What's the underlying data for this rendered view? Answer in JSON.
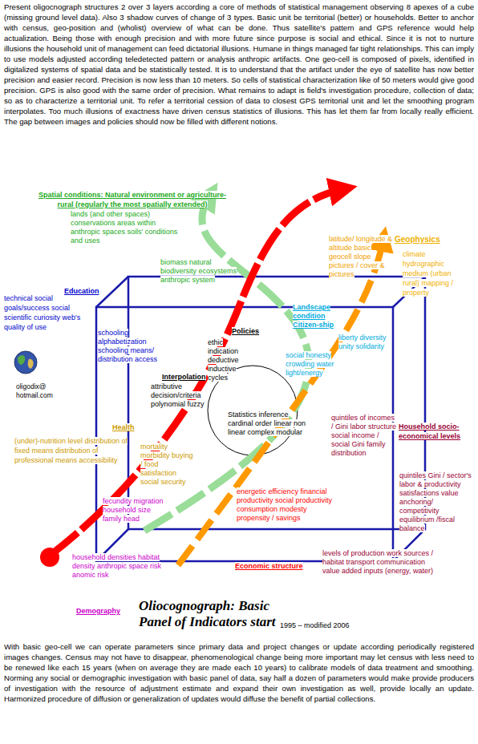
{
  "diagram": {
    "title": "Oliocognograph: Basic Panel of Indicators start",
    "labels": [
      "Present oligocnograph structures 2 over 3 layers according a core of methods of statistical management observing 8 apexes of a cube (missing ground level data). Also 3 shadow curves of change of 3 types. Basic unit be territorial (better) or households. Better to anchor with census, geo-position and (wholist) overview of what can be done. Thus satellite's pattern and GPS reference would help actualization. Being those with enough precision and with more future since purpose is social and ethical. Since it is not to nurture illusions the household unit of management can feed dictatorial illusions. Humane in things managed far tight relationships. This can imply to use models adjusted according teledetected pattern or analysis anthropic artifacts. One geo-cell is composed of pixels, identified in digitalized systems of spatial data and be statistically tested. It is to understand that the artifact under the eye of satellite has now better precision and easier record. Precision is now less than 10 meters. So cells of statistical characterization like of 50 meters would give good precision. GPS is also good with the same order of precision. What remains to adapt is field's investigation procedure, collection of data; so as to characterize a territorial unit. To refer a territorial cession of data to closest GPS territorial unit and let the smoothing program interpolates. Too much illusions of exactness have driven census statistics of illusions. This has let them far from locally really efficient. The gap between images and policies should now be filled with different notions.",
      "Spatial conditions: Natural environment or agriculture-rural (regularly the most spatially extended)",
      "lands (and other spaces) conservations areas within anthropic spaces soils' conditions and uses",
      "biomass natural biodiversity ecosystems anthropic system",
      "Geophysics",
      "latitude/ longitude & altitude basic geocell slope pictures / cover & pictures",
      "climate hydrographic medium (urban rural) mapping / property",
      "Education",
      "technical social goals/success social scientific curiosity web's quality of use",
      "schooling alphabetization schooling means/ distribution access",
      "Landscape condition Citizen-ship",
      "liberty diversity unity solidarity",
      "social honesty crowding water light/energy",
      "Policies",
      "ethic indication deductive inductive cycles",
      "Interpolation",
      "attributive decision/criteria polynomial fuzzy",
      "Statistics inference cardinal order linear non linear complex modular",
      "oligodix@ hotmail.com",
      "Health",
      "(under)-nutrition level distribution of fixed means distribution of professional means accessibility",
      "mortality morbidity buying / food satisfaction social security",
      "quintiles of incomes / Gini labor structure social income / social Gini family distribution",
      "Household socio-economical levels",
      "quintiles Gini / sector's labor & productivity satisfactions value anchoring/ competitivity equilibrium /fiscal balance",
      "fecundity migration household size family head",
      "energetic efficiency financial productivity social productivity consumption modesty propensity / savings",
      "household densities habitat density anthropic space risk anomic risk",
      "Economic structure",
      "levels of production work sources / habitat transport communication value added inputs (energy, water)",
      "Demography",
      "1995 – modified 2006",
      "With basic geo-cell we can operate parameters since primary data and project changes or update according periodically registered images changes. Census may not have to disappear, phenomenological change being more important may let census with less need to be renewed like each 15 years (when on average they are made each 10 years) to calibrate models of data treatment and smoothing. Norming any social or demographic investigation with basic panel of data, say half a dozen of parameters would make provide producers of investigation with the resource of adjustment estimate and expand their own investigation as well, provide locally an update. Harmonized procedure of diffusion or generalization of updates would diffuse the benefit of partial collections."
    ]
  }
}
